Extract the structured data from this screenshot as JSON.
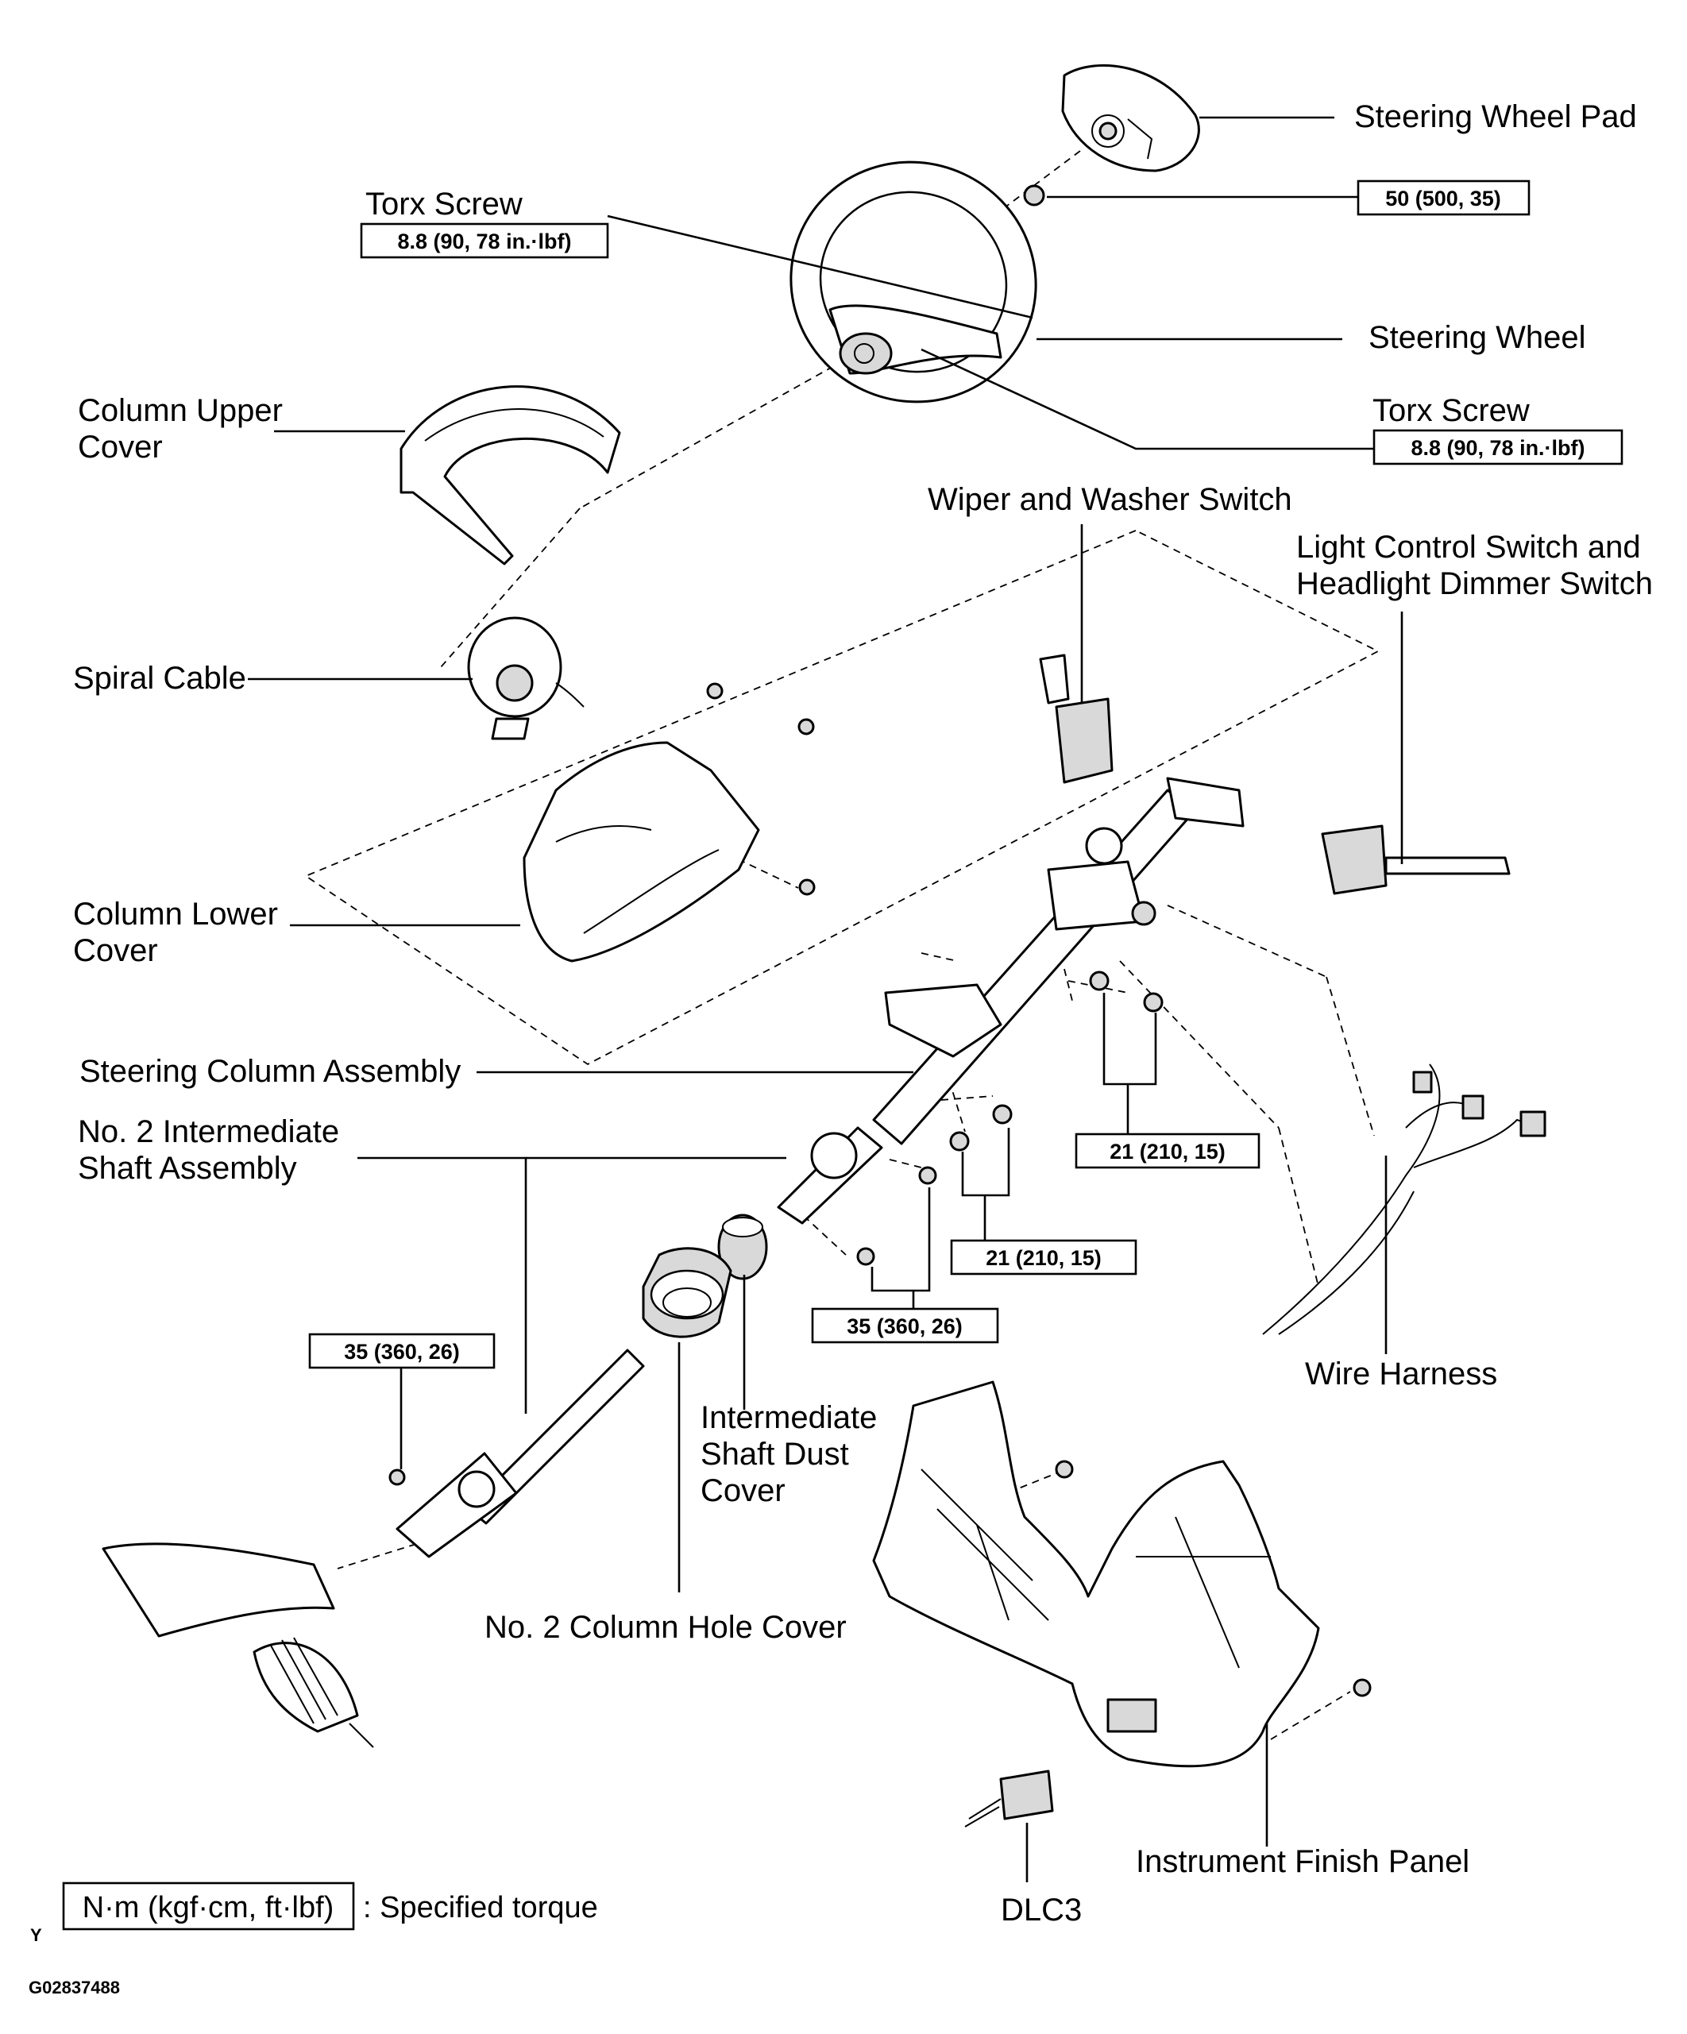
{
  "labels": {
    "steering_wheel_pad": "Steering Wheel Pad",
    "torx_screw_left": "Torx Screw",
    "steering_wheel": "Steering Wheel",
    "torx_screw_right": "Torx Screw",
    "column_upper_cover_1": "Column Upper",
    "column_upper_cover_2": "Cover",
    "wiper_washer_switch": "Wiper and Washer Switch",
    "light_control_switch_1": "Light Control Switch and",
    "light_control_switch_2": "Headlight Dimmer Switch",
    "spiral_cable": "Spiral Cable",
    "column_lower_cover_1": "Column Lower",
    "column_lower_cover_2": "Cover",
    "steering_column_assembly": "Steering Column Assembly",
    "intermediate_shaft_1": "No. 2 Intermediate",
    "intermediate_shaft_2": "Shaft Assembly",
    "dust_cover_1": "Intermediate",
    "dust_cover_2": "Shaft Dust",
    "dust_cover_3": "Cover",
    "column_hole_cover": "No. 2 Column Hole Cover",
    "wire_harness": "Wire Harness",
    "instrument_finish_panel": "Instrument Finish Panel",
    "dlc3": "DLC3"
  },
  "torques": {
    "pad_nut": "50 (500, 35)",
    "torx_left": "8.8 (90, 78 in.·lbf)",
    "torx_right": "8.8 (90, 78 in.·lbf)",
    "column_bolts_upper": "21 (210, 15)",
    "column_nuts_lower": "21 (210, 15)",
    "shaft_bolts": "35 (360, 26)",
    "rack_bolt": "35 (360, 26)"
  },
  "legend": {
    "unit_box": "N·m (kgf·cm, ft·lbf)",
    "meaning": ": Specified torque",
    "mark": "Y",
    "figure_code": "G02837488"
  }
}
